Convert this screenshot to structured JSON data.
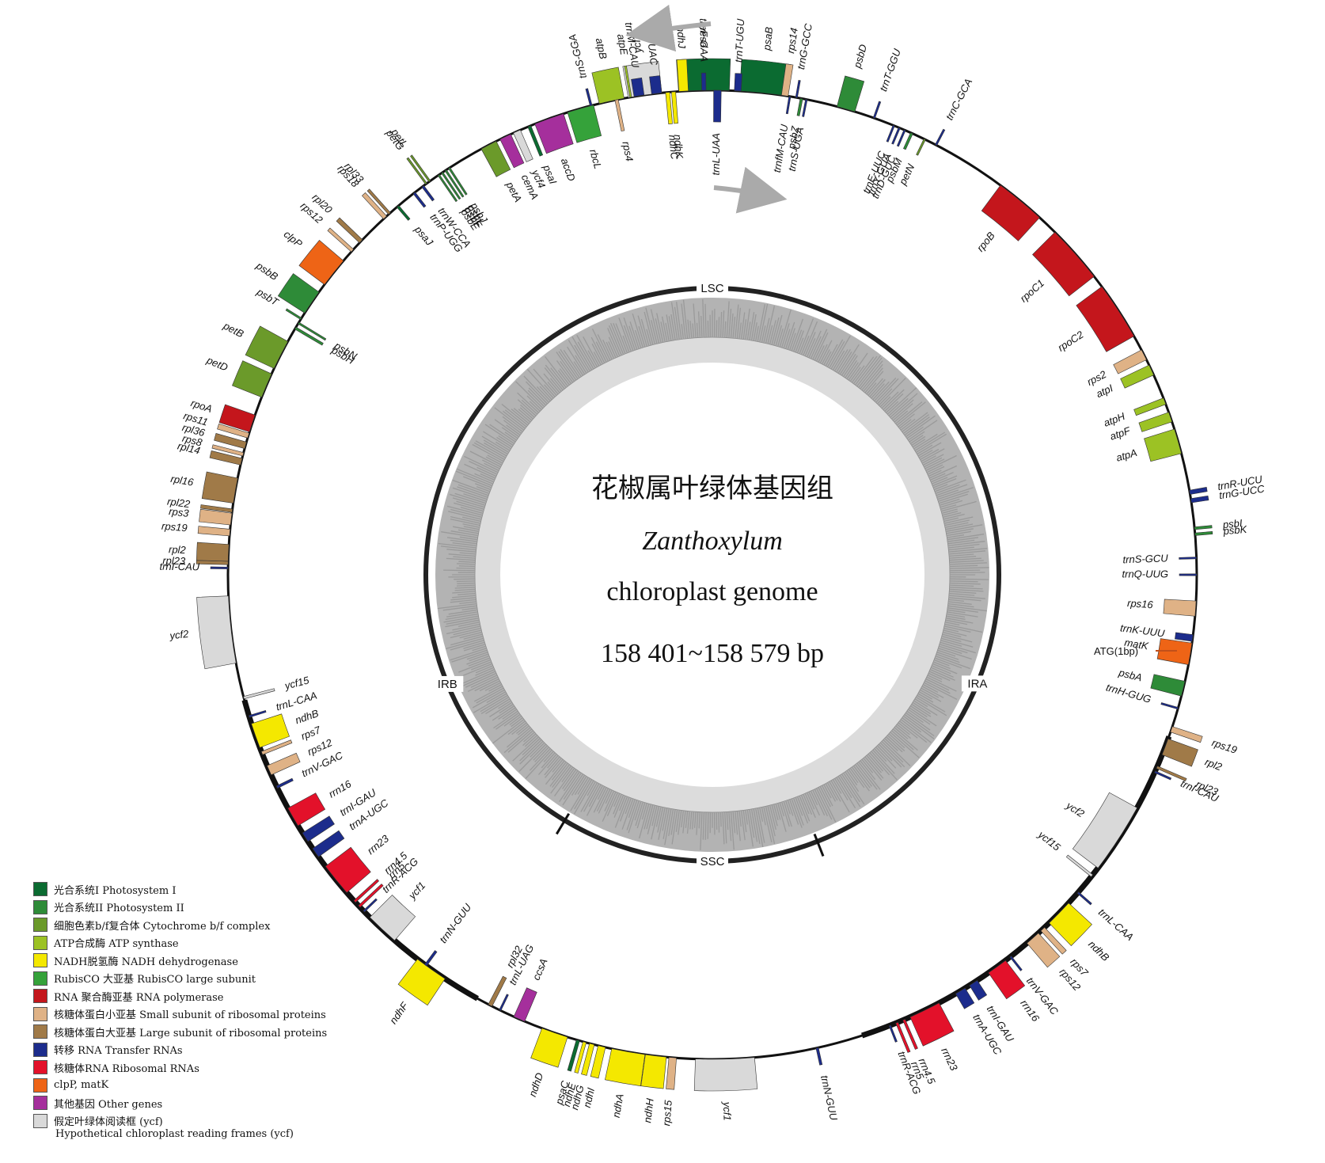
{
  "center": {
    "title_cn": "花椒属叶绿体基因组",
    "genus": "Zanthoxylum",
    "subtitle": "chloroplast genome",
    "size": "158 401~158 579 bp"
  },
  "regions": [
    "LSC",
    "IRA",
    "SSC",
    "IRB"
  ],
  "atg_note": "ATG(1bp)",
  "colors": {
    "ps1": "#0b6b31",
    "ps2": "#2e8b38",
    "cyt": "#6b9a2a",
    "atp": "#9cc224",
    "ndh": "#f4e800",
    "rbc": "#35a23a",
    "rpo": "#c4161c",
    "rps": "#dfb286",
    "rpl": "#a07a48",
    "trn": "#1c2c8c",
    "rrn": "#e3112a",
    "clp": "#ee6416",
    "oth": "#a52f9c",
    "ycf": "#d9d9d9"
  },
  "legend": [
    {
      "color": "ps1",
      "label": "光合系统I Photosystem I"
    },
    {
      "color": "ps2",
      "label": "光合系统II Photosystem II"
    },
    {
      "color": "cyt",
      "label": "细胞色素b/f复合体 Cytochrome b/f complex"
    },
    {
      "color": "atp",
      "label": "ATP合成酶 ATP synthase"
    },
    {
      "color": "ndh",
      "label": "NADH脱氢酶 NADH dehydrogenase"
    },
    {
      "color": "rbc",
      "label": "RubisCO 大亚基 RubisCO large subunit"
    },
    {
      "color": "rpo",
      "label": "RNA 聚合酶亚基 RNA polymerase"
    },
    {
      "color": "rps",
      "label": "核糖体蛋白小亚基 Small subunit of ribosomal proteins"
    },
    {
      "color": "rpl",
      "label": "核糖体蛋白大亚基 Large subunit of ribosomal proteins"
    },
    {
      "color": "trn",
      "label": "转移 RNA Transfer RNAs"
    },
    {
      "color": "rrn",
      "label": "核糖体RNA Ribosomal RNAs"
    },
    {
      "color": "clp",
      "label": "clpP, matK"
    },
    {
      "color": "oth",
      "label": "其他基因 Other genes"
    },
    {
      "color": "ycf",
      "label": "假定叶绿体阅读框 (ycf)"
    }
  ],
  "legend_extra": "Hypothetical chloroplast reading frames (ycf)",
  "genes": [
    {
      "name": "trnS-GGA",
      "cat": "trn"
    },
    {
      "name": "ycf3",
      "cat": "ycf"
    },
    {
      "name": "psaA",
      "cat": "ps1"
    },
    {
      "name": "psaB",
      "cat": "ps1"
    },
    {
      "name": "rps14",
      "cat": "rps"
    },
    {
      "name": "trnfM-CAU",
      "cat": "trn"
    },
    {
      "name": "trnG-GCC",
      "cat": "trn"
    },
    {
      "name": "psbZ",
      "cat": "ps2"
    },
    {
      "name": "trnS-UGA",
      "cat": "trn"
    },
    {
      "name": "psbD",
      "cat": "ps2"
    },
    {
      "name": "trnT-GGU",
      "cat": "trn"
    },
    {
      "name": "trnE-UUC",
      "cat": "trn"
    },
    {
      "name": "trnY-GUA",
      "cat": "trn"
    },
    {
      "name": "trnD-GUC",
      "cat": "trn"
    },
    {
      "name": "psbM",
      "cat": "ps2"
    },
    {
      "name": "petN",
      "cat": "cyt"
    },
    {
      "name": "trnC-GCA",
      "cat": "trn"
    },
    {
      "name": "rpoB",
      "cat": "rpo"
    },
    {
      "name": "rpoC1",
      "cat": "rpo"
    },
    {
      "name": "rpoC2",
      "cat": "rpo"
    },
    {
      "name": "rps2",
      "cat": "rps"
    },
    {
      "name": "atpI",
      "cat": "atp"
    },
    {
      "name": "atpH",
      "cat": "atp"
    },
    {
      "name": "atpF",
      "cat": "atp"
    },
    {
      "name": "atpA",
      "cat": "atp"
    },
    {
      "name": "trnR-UCU",
      "cat": "trn"
    },
    {
      "name": "trnG-UCC",
      "cat": "trn"
    },
    {
      "name": "psbI",
      "cat": "ps2"
    },
    {
      "name": "psbK",
      "cat": "ps2"
    },
    {
      "name": "trnS-GCU",
      "cat": "trn"
    },
    {
      "name": "trnQ-UUG",
      "cat": "trn"
    },
    {
      "name": "rps16",
      "cat": "rps"
    },
    {
      "name": "trnK-UUU",
      "cat": "trn"
    },
    {
      "name": "matK",
      "cat": "clp"
    },
    {
      "name": "psbA",
      "cat": "ps2"
    },
    {
      "name": "trnH-GUG",
      "cat": "trn"
    },
    {
      "name": "rps19",
      "cat": "rps"
    },
    {
      "name": "rpl2",
      "cat": "rpl"
    },
    {
      "name": "rpl23",
      "cat": "rpl"
    },
    {
      "name": "trnI-CAU",
      "cat": "trn"
    },
    {
      "name": "ycf2",
      "cat": "ycf"
    },
    {
      "name": "ycf15",
      "cat": "ycf"
    },
    {
      "name": "trnL-CAA",
      "cat": "trn"
    },
    {
      "name": "ndhB",
      "cat": "ndh"
    },
    {
      "name": "rps7",
      "cat": "rps"
    },
    {
      "name": "rps12",
      "cat": "rps"
    },
    {
      "name": "trnV-GAC",
      "cat": "trn"
    },
    {
      "name": "rrn16",
      "cat": "rrn"
    },
    {
      "name": "trnI-GAU",
      "cat": "trn"
    },
    {
      "name": "trnA-UGC",
      "cat": "trn"
    },
    {
      "name": "rrn23",
      "cat": "rrn"
    },
    {
      "name": "rrn4.5",
      "cat": "rrn"
    },
    {
      "name": "rrn5",
      "cat": "rrn"
    },
    {
      "name": "trnR-ACG",
      "cat": "trn"
    },
    {
      "name": "trnN-GUU",
      "cat": "trn"
    },
    {
      "name": "ycf1",
      "cat": "ycf"
    },
    {
      "name": "rps15",
      "cat": "rps"
    },
    {
      "name": "ndhH",
      "cat": "ndh"
    },
    {
      "name": "ndhA",
      "cat": "ndh"
    },
    {
      "name": "ndhI",
      "cat": "ndh"
    },
    {
      "name": "ndhG",
      "cat": "ndh"
    },
    {
      "name": "ndhE",
      "cat": "ndh"
    },
    {
      "name": "psaC",
      "cat": "ps1"
    },
    {
      "name": "ndhD",
      "cat": "ndh"
    },
    {
      "name": "ccsA",
      "cat": "oth"
    },
    {
      "name": "trnL-UAG",
      "cat": "trn"
    },
    {
      "name": "rpl32",
      "cat": "rpl"
    },
    {
      "name": "ndhF",
      "cat": "ndh"
    },
    {
      "name": "trnN-GUU",
      "cat": "trn"
    },
    {
      "name": "ycf1",
      "cat": "ycf"
    },
    {
      "name": "trnR-ACG",
      "cat": "trn"
    },
    {
      "name": "rrn5",
      "cat": "rrn"
    },
    {
      "name": "rrn4.5",
      "cat": "rrn"
    },
    {
      "name": "rrn23",
      "cat": "rrn"
    },
    {
      "name": "trnA-UGC",
      "cat": "trn"
    },
    {
      "name": "trnI-GAU",
      "cat": "trn"
    },
    {
      "name": "rrn16",
      "cat": "rrn"
    },
    {
      "name": "trnV-GAC",
      "cat": "trn"
    },
    {
      "name": "rps12",
      "cat": "rps"
    },
    {
      "name": "rps7",
      "cat": "rps"
    },
    {
      "name": "ndhB",
      "cat": "ndh"
    },
    {
      "name": "trnL-CAA",
      "cat": "trn"
    },
    {
      "name": "ycf15",
      "cat": "ycf"
    },
    {
      "name": "ycf2",
      "cat": "ycf"
    },
    {
      "name": "trnI-CAU",
      "cat": "trn"
    },
    {
      "name": "rpl23",
      "cat": "rpl"
    },
    {
      "name": "rpl2",
      "cat": "rpl"
    },
    {
      "name": "rps19",
      "cat": "rps"
    },
    {
      "name": "rps3",
      "cat": "rps"
    },
    {
      "name": "rpl22",
      "cat": "rpl"
    },
    {
      "name": "rpl16",
      "cat": "rpl"
    },
    {
      "name": "rpl14",
      "cat": "rpl"
    },
    {
      "name": "rps8",
      "cat": "rps"
    },
    {
      "name": "rpl36",
      "cat": "rpl"
    },
    {
      "name": "rps11",
      "cat": "rps"
    },
    {
      "name": "rpoA",
      "cat": "rpo"
    },
    {
      "name": "petD",
      "cat": "cyt"
    },
    {
      "name": "petB",
      "cat": "cyt"
    },
    {
      "name": "psbH",
      "cat": "ps2"
    },
    {
      "name": "psbN",
      "cat": "ps2"
    },
    {
      "name": "psbT",
      "cat": "ps2"
    },
    {
      "name": "psbB",
      "cat": "ps2"
    },
    {
      "name": "clpP",
      "cat": "clp"
    },
    {
      "name": "rps12",
      "cat": "rps"
    },
    {
      "name": "rpl20",
      "cat": "rpl"
    },
    {
      "name": "rps18",
      "cat": "rps"
    },
    {
      "name": "rpl33",
      "cat": "rpl"
    },
    {
      "name": "psaJ",
      "cat": "ps1"
    },
    {
      "name": "trnP-UGG",
      "cat": "trn"
    },
    {
      "name": "trnW-CCA",
      "cat": "trn"
    },
    {
      "name": "petG",
      "cat": "cyt"
    },
    {
      "name": "petL",
      "cat": "cyt"
    },
    {
      "name": "psbE",
      "cat": "ps2"
    },
    {
      "name": "psbF",
      "cat": "ps2"
    },
    {
      "name": "psbL",
      "cat": "ps2"
    },
    {
      "name": "psbJ",
      "cat": "ps2"
    },
    {
      "name": "petA",
      "cat": "cyt"
    },
    {
      "name": "cemA",
      "cat": "oth"
    },
    {
      "name": "ycf4",
      "cat": "ycf"
    },
    {
      "name": "psaI",
      "cat": "ps1"
    },
    {
      "name": "accD",
      "cat": "oth"
    },
    {
      "name": "rbcL",
      "cat": "rbc"
    },
    {
      "name": "atpB",
      "cat": "atp"
    },
    {
      "name": "atpE",
      "cat": "atp"
    },
    {
      "name": "trnM-CAU",
      "cat": "trn"
    },
    {
      "name": "trnV-UAC",
      "cat": "trn"
    },
    {
      "name": "ndhC",
      "cat": "ndh"
    },
    {
      "name": "ndhK",
      "cat": "ndh"
    },
    {
      "name": "ndhJ",
      "cat": "ndh"
    },
    {
      "name": "trnF-GAA",
      "cat": "trn"
    },
    {
      "name": "trnL-UAA",
      "cat": "trn"
    },
    {
      "name": "trnT-UGU",
      "cat": "trn"
    },
    {
      "name": "rps4",
      "cat": "rps"
    }
  ]
}
